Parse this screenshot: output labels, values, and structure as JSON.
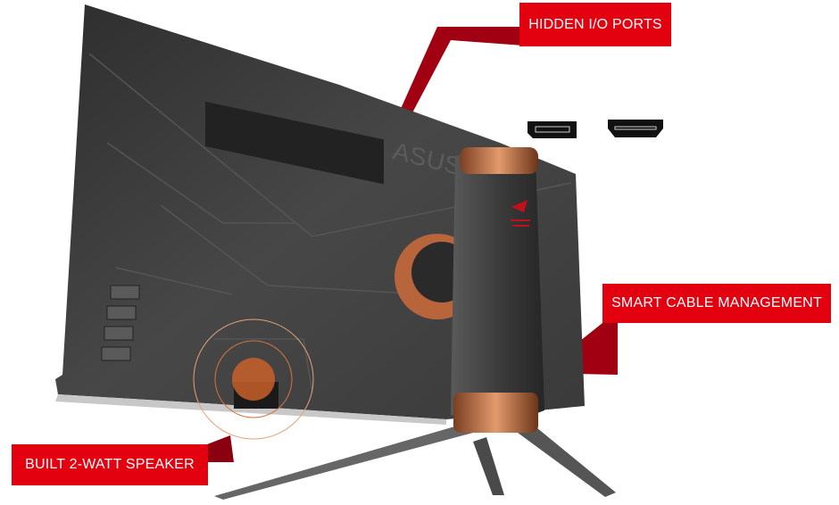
{
  "callouts": {
    "io_ports": "HIDDEN I/O PORTS",
    "cable_management": "SMART CABLE MANAGEMENT",
    "speaker": "BUILT 2-WATT SPEAKER"
  },
  "brand_logo_text": "ASUS",
  "ports": [
    "displayport-icon",
    "hdmi-icon"
  ],
  "colors": {
    "accent": "#e3000f",
    "accent_dark": "#8a0010",
    "copper": "#c8754a",
    "body": "#3a3a3a"
  }
}
